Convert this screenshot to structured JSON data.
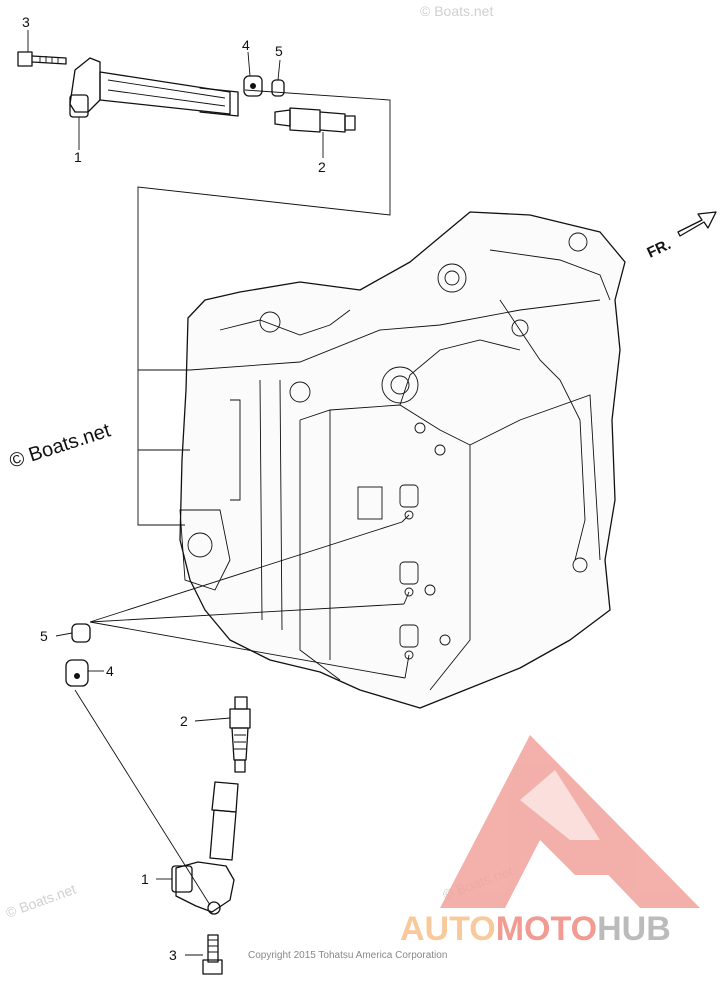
{
  "callouts": {
    "top_3": "3",
    "top_4": "4",
    "top_5": "5",
    "top_1": "1",
    "top_2": "2",
    "left_5": "5",
    "left_4": "4",
    "bottom_2": "2",
    "bottom_1": "1",
    "bottom_3": "3"
  },
  "direction_label": "FR.",
  "watermark_left": "© Boats.net",
  "copyright": "Copyright 2015 Tohatsu America Corporation",
  "logo": {
    "part1": "AUTO",
    "part2": "MOTO",
    "part3": "HUB",
    "color_auto": "#f7c08a",
    "color_moto": "#f08a80",
    "color_hub": "#b0b0b0",
    "triangle_color": "#f2a39c"
  }
}
